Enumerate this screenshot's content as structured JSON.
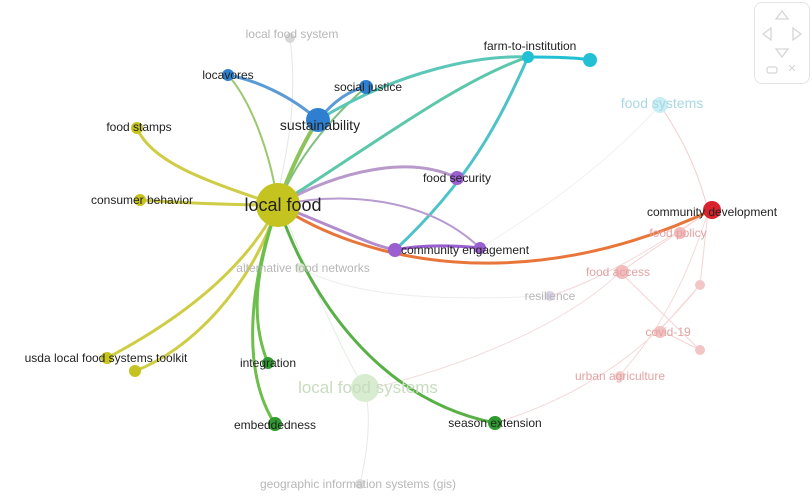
{
  "map": {
    "terms": {
      "local_food": "local food",
      "sustainability": "sustainability",
      "local_food_system": "local food system",
      "farm_to_institution": "farm-to-institution",
      "locavores": "locavores",
      "social_justice": "social justice",
      "food_stamps": "food stamps",
      "food_systems": "food systems",
      "food_security": "food security",
      "consumer_behavior": "consumer behavior",
      "community_development": "community development",
      "food_policy": "food policy",
      "community_engagement": "community engagement",
      "alternative_food_networks": "alternative food networks",
      "food_access": "food access",
      "resilience": "resilience",
      "covid_19": "covid-19",
      "usda_toolkit": "usda local food systems toolkit",
      "integration": "integration",
      "urban_agriculture": "urban agriculture",
      "local_food_systems": "local food systems",
      "embeddedness": "embeddedness",
      "season_extension": "season extension",
      "gis": "geographic information systems (gis)"
    },
    "colors": {
      "yellow": "#c5c31f",
      "blue": "#2e7fd0",
      "cyan": "#22c0d4",
      "purple": "#9a5fd1",
      "red": "#d9222b",
      "green": "#2f9a2f"
    }
  }
}
